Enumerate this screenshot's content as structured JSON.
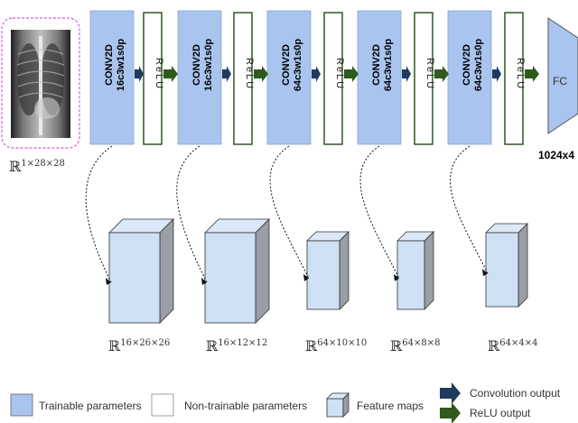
{
  "layers": [
    {
      "type": "conv",
      "label": "CONV2D",
      "spec": "16c3w1s0p"
    },
    {
      "type": "relu",
      "label": "ReLU"
    },
    {
      "type": "conv",
      "label": "CONV2D",
      "spec": "16c3w1s0p"
    },
    {
      "type": "relu",
      "label": "ReLU"
    },
    {
      "type": "conv",
      "label": "CONV2D",
      "spec": "64c3w1s0p"
    },
    {
      "type": "relu",
      "label": "ReLU"
    },
    {
      "type": "conv",
      "label": "CONV2D",
      "spec": "64c3w1s0p"
    },
    {
      "type": "relu",
      "label": "ReLU"
    },
    {
      "type": "conv",
      "label": "CONV2D",
      "spec": "64c3w1s0p"
    },
    {
      "type": "relu",
      "label": "ReLU"
    }
  ],
  "fc": {
    "label": "FC",
    "size_label": "1024x4"
  },
  "input": {
    "shape_label": "ℝ",
    "shape_sup": "1×28×28",
    "image_icon": "chest-xray-icon"
  },
  "feature_maps": [
    {
      "label": "ℝ",
      "sup": "16×26×26"
    },
    {
      "label": "ℝ",
      "sup": "16×12×12"
    },
    {
      "label": "ℝ",
      "sup": "64×10×10"
    },
    {
      "label": "ℝ",
      "sup": "64×8×8"
    },
    {
      "label": "ℝ",
      "sup": "64×4×4"
    }
  ],
  "legend": {
    "trainable": "Trainable parameters",
    "non_trainable": "Non-trainable parameters",
    "feature_maps": "Feature maps",
    "conv_output": "Convolution output",
    "relu_output": "ReLU output"
  },
  "colors": {
    "conv_fill": "#a9c4ee",
    "relu_stroke": "#1f4e14",
    "conv_arrow": "#1f3a5f",
    "relu_arrow": "#2e5a1c",
    "input_border": "#e055e0",
    "cube_front": "#cfe0f5",
    "cube_side": "#9a9ea6",
    "cube_top": "#dce8f7"
  }
}
